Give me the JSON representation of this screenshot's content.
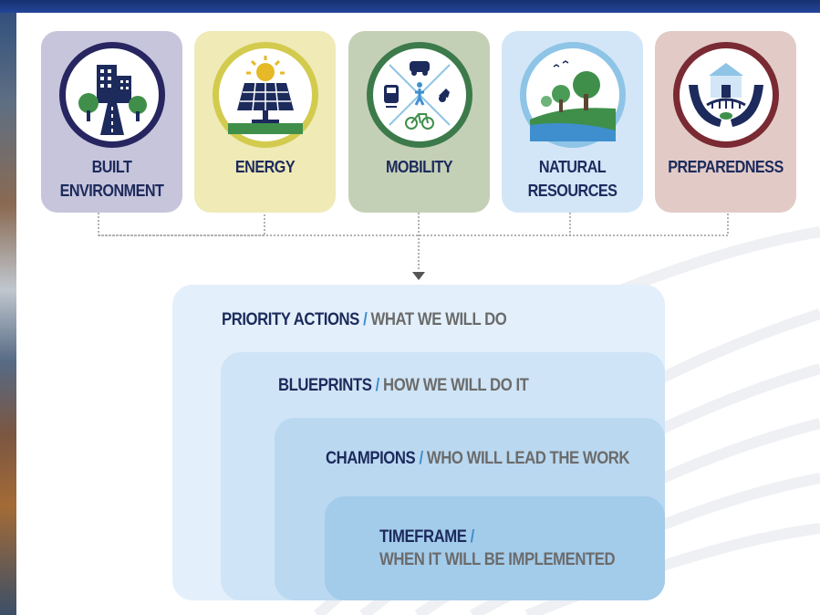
{
  "pillars": [
    {
      "label_line1": "BUILT",
      "label_line2": "ENVIRONMENT",
      "icon": "city-buildings-road-icon",
      "card_color": "#c7c5dc",
      "ring_color": "#272660"
    },
    {
      "label_line1": "ENERGY",
      "label_line2": "",
      "icon": "solar-panel-sun-icon",
      "card_color": "#efeab6",
      "ring_color": "#d2cb4d"
    },
    {
      "label_line1": "MOBILITY",
      "label_line2": "",
      "icon": "transport-modes-icon",
      "card_color": "#c4d0b6",
      "ring_color": "#3d7a4b"
    },
    {
      "label_line1": "NATURAL",
      "label_line2": "RESOURCES",
      "icon": "trees-landscape-icon",
      "card_color": "#d3e6f7",
      "ring_color": "#8ec4e6"
    },
    {
      "label_line1": "PREPAREDNESS",
      "label_line2": "",
      "icon": "protective-hands-icon",
      "card_color": "#e2cbc7",
      "ring_color": "#7a2a33"
    }
  ],
  "framework": [
    {
      "title": "PRIORITY ACTIONS",
      "separator": "/",
      "subtitle": "WHAT WE WILL DO"
    },
    {
      "title": "BLUEPRINTS",
      "separator": "/",
      "subtitle": "HOW WE WILL DO IT"
    },
    {
      "title": "CHAMPIONS",
      "separator": "/",
      "subtitle": "WHO WILL LEAD THE WORK"
    },
    {
      "title": "TIMEFRAME",
      "separator": "/",
      "subtitle": "WHEN IT WILL BE IMPLEMENTED"
    }
  ]
}
